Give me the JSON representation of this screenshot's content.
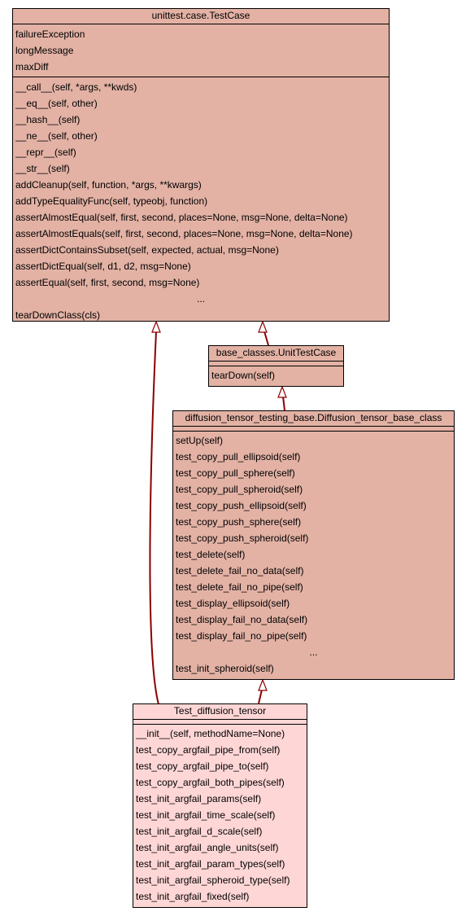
{
  "colors": {
    "base_class_fill": "#e3b2a5",
    "focus_class_fill": "#ffd6d6",
    "inheritance_edge": "#8b0000"
  },
  "testcase": {
    "title": "unittest.case.TestCase",
    "attributes": [
      "failureException",
      "longMessage",
      "maxDiff"
    ],
    "methods": [
      "__call__(self, *args, **kwds)",
      "__eq__(self, other)",
      "__hash__(self)",
      "__ne__(self, other)",
      "__repr__(self)",
      "__str__(self)",
      "addCleanup(self, function, *args, **kwargs)",
      "addTypeEqualityFunc(self, typeobj, function)",
      "assertAlmostEqual(self, first, second, places=None, msg=None, delta=None)",
      "assertAlmostEquals(self, first, second, places=None, msg=None, delta=None)",
      "assertDictContainsSubset(self, expected, actual, msg=None)",
      "assertDictEqual(self, d1, d2, msg=None)",
      "assertEqual(self, first, second, msg=None)",
      "...",
      "tearDownClass(cls)"
    ]
  },
  "unittestcase": {
    "title": "base_classes.UnitTestCase",
    "methods": [
      "tearDown(self)"
    ]
  },
  "diffbase": {
    "title": "diffusion_tensor_testing_base.Diffusion_tensor_base_class",
    "methods": [
      "setUp(self)",
      "test_copy_pull_ellipsoid(self)",
      "test_copy_pull_sphere(self)",
      "test_copy_pull_spheroid(self)",
      "test_copy_push_ellipsoid(self)",
      "test_copy_push_sphere(self)",
      "test_copy_push_spheroid(self)",
      "test_delete(self)",
      "test_delete_fail_no_data(self)",
      "test_delete_fail_no_pipe(self)",
      "test_display_ellipsoid(self)",
      "test_display_fail_no_data(self)",
      "test_display_fail_no_pipe(self)",
      "...",
      "test_init_spheroid(self)"
    ]
  },
  "testdiff": {
    "title": "Test_diffusion_tensor",
    "methods": [
      "__init__(self, methodName=None)",
      "test_copy_argfail_pipe_from(self)",
      "test_copy_argfail_pipe_to(self)",
      "test_copy_argfail_both_pipes(self)",
      "test_init_argfail_params(self)",
      "test_init_argfail_time_scale(self)",
      "test_init_argfail_d_scale(self)",
      "test_init_argfail_angle_units(self)",
      "test_init_argfail_param_types(self)",
      "test_init_argfail_spheroid_type(self)",
      "test_init_argfail_fixed(self)"
    ]
  }
}
